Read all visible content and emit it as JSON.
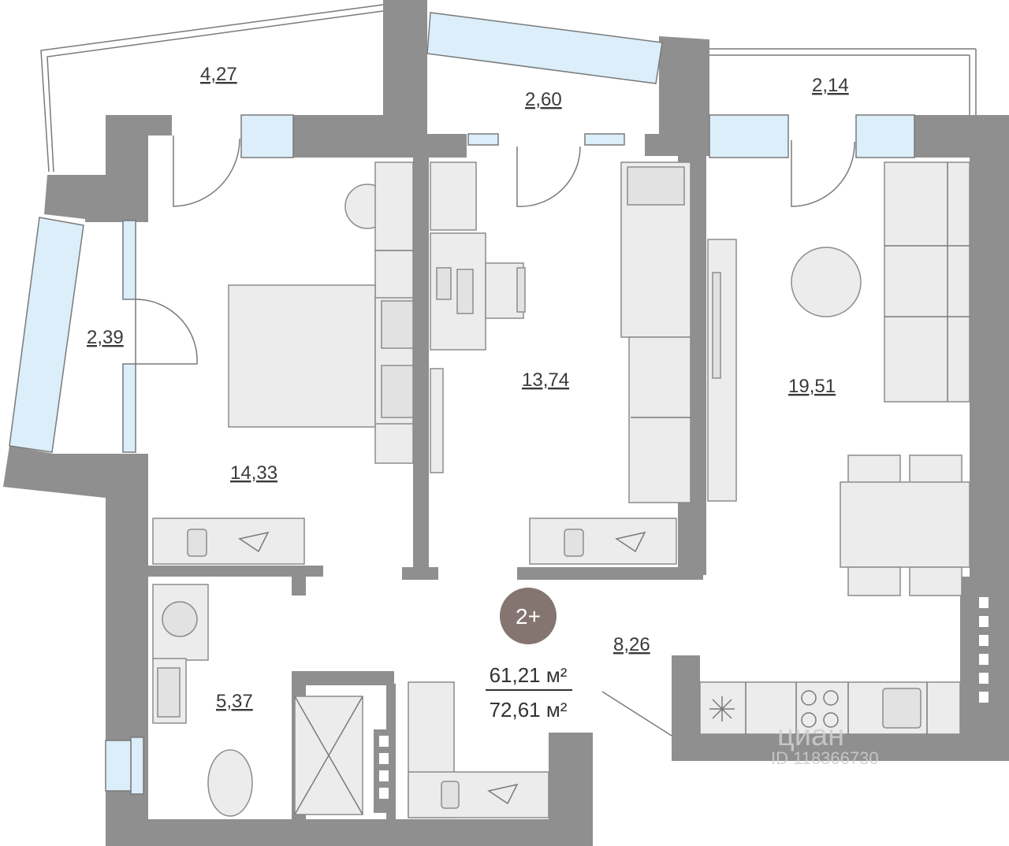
{
  "rooms": {
    "loggia_left": "4,27",
    "balcony_mid": "2,60",
    "balcony_right": "2,14",
    "loggia_side": "2,39",
    "bedroom": "14,33",
    "room_mid": "13,74",
    "living": "19,51",
    "hall": "8,26",
    "bathroom": "5,37"
  },
  "badge": {
    "label": "2+",
    "color": "#847571"
  },
  "totals": {
    "living_area": "61,21 м²",
    "total_area": "72,61 м²"
  },
  "watermark": {
    "brand": "циан",
    "id": "ID 118366730"
  },
  "colors": {
    "wall": "#8f8f8f",
    "glass": "#dbeef9",
    "furniture": "#ececec"
  }
}
